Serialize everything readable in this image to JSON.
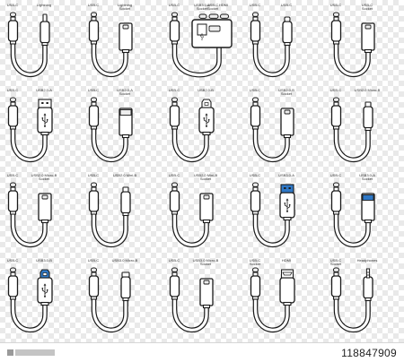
{
  "colors": {
    "stroke": "#1a1a1a",
    "fill": "#ffffff",
    "port_fill": "#eeeeee",
    "usb3_blue": "#2f78c6"
  },
  "footer": {
    "stock_id": "118847909"
  },
  "cells": [
    {
      "left_label": "USB-C",
      "right_label": "Lightning",
      "type": "small",
      "left": "usbc",
      "right": "lightning",
      "hub_labels": []
    },
    {
      "left_label": "USB-C",
      "right_label": "Lightning\nSocket",
      "type": "female",
      "left": "usbc",
      "right": "small",
      "hub_labels": []
    },
    {
      "left_label": "USB-C",
      "right_label": "",
      "type": "hub",
      "left": "usbc",
      "right": "",
      "hub_labels": [
        "USB3.0-A\nSocket",
        "USB-C\nSocket",
        "HDMI"
      ]
    },
    {
      "left_label": "USB-C",
      "right_label": "USB-C",
      "type": "small",
      "left": "usbc",
      "right": "usbc",
      "hub_labels": []
    },
    {
      "left_label": "USB-C",
      "right_label": "USB-C\nSocket",
      "type": "female",
      "left": "usbc",
      "right": "usbc",
      "hub_labels": []
    },
    {
      "left_label": "USB-C",
      "right_label": "USB2.0-A",
      "type": "large",
      "left": "usbc",
      "right": "usba",
      "hub_labels": []
    },
    {
      "left_label": "USB-C",
      "right_label": "USB2.0-A\nSocket",
      "type": "female",
      "left": "usbc",
      "right": "usba",
      "hub_labels": []
    },
    {
      "left_label": "USB-C",
      "right_label": "USB2.0-B",
      "type": "large",
      "left": "usbc",
      "right": "usbb",
      "hub_labels": []
    },
    {
      "left_label": "USB-C",
      "right_label": "USB2.0-B\nSocket",
      "type": "female",
      "left": "usbc",
      "right": "usbb",
      "hub_labels": []
    },
    {
      "left_label": "USB-C",
      "right_label": "USB2.0 Micro-B",
      "type": "small",
      "left": "usbc",
      "right": "micro",
      "hub_labels": []
    },
    {
      "left_label": "USB-C",
      "right_label": "USB2.0 Micro-B\nSocket",
      "type": "female",
      "left": "usbc",
      "right": "micro",
      "hub_labels": []
    },
    {
      "left_label": "USB-C",
      "right_label": "USB2.0 Mini-B",
      "type": "small",
      "left": "usbc",
      "right": "mini",
      "hub_labels": []
    },
    {
      "left_label": "USB-C",
      "right_label": "USB2.0 Mini-B\nSocket",
      "type": "female",
      "left": "usbc",
      "right": "mini",
      "hub_labels": []
    },
    {
      "left_label": "USB-C",
      "right_label": "USB3.0-A",
      "type": "large",
      "left": "usbc",
      "right": "usba3",
      "hub_labels": []
    },
    {
      "left_label": "USB-C",
      "right_label": "USB3.0-A\nSocket",
      "type": "female",
      "left": "usbc",
      "right": "usba3",
      "hub_labels": []
    },
    {
      "left_label": "USB-C",
      "right_label": "USB3.0-B",
      "type": "large",
      "left": "usbc",
      "right": "usbb3",
      "hub_labels": []
    },
    {
      "left_label": "USB-C",
      "right_label": "USB3.0 Micro-B",
      "type": "small",
      "left": "usbc",
      "right": "micro3",
      "hub_labels": []
    },
    {
      "left_label": "USB-C",
      "right_label": "USB3.0 Micro-B\nSocket",
      "type": "female",
      "left": "usbc",
      "right": "micro3",
      "hub_labels": []
    },
    {
      "left_label": "USB-C\nSocket",
      "right_label": "HDMI",
      "type": "large",
      "left": "usbc",
      "right": "hdmi",
      "hub_labels": []
    },
    {
      "left_label": "USB-C\nSocket",
      "right_label": "Headphones",
      "type": "small",
      "left": "usbc",
      "right": "jack",
      "hub_labels": []
    }
  ]
}
